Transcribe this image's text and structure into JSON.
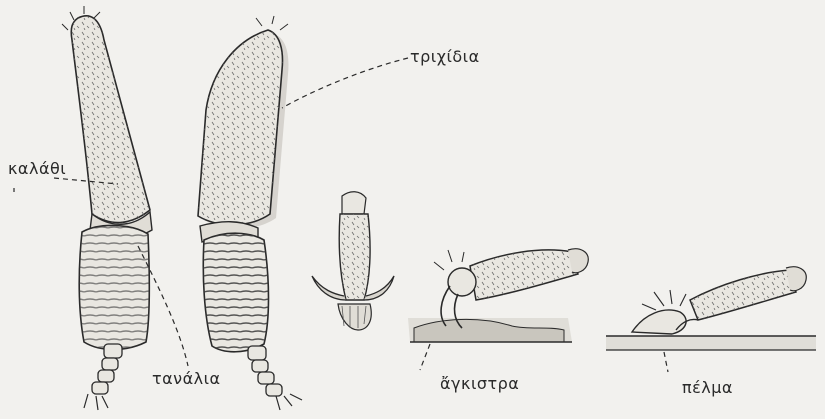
{
  "labels": {
    "trichidia": "τριχίδια",
    "kalathi": "καλάθι",
    "tanalia": "τανάλια",
    "agkistra": "ἄγκιστρα",
    "pelma": "πέλμα"
  },
  "colors": {
    "background": "#f2f1ee",
    "ink": "#2a2a2a",
    "leg_fill": "#e9e7e1",
    "shadow": "#b9b6ae",
    "surface_fill": "#d8d5ce"
  }
}
